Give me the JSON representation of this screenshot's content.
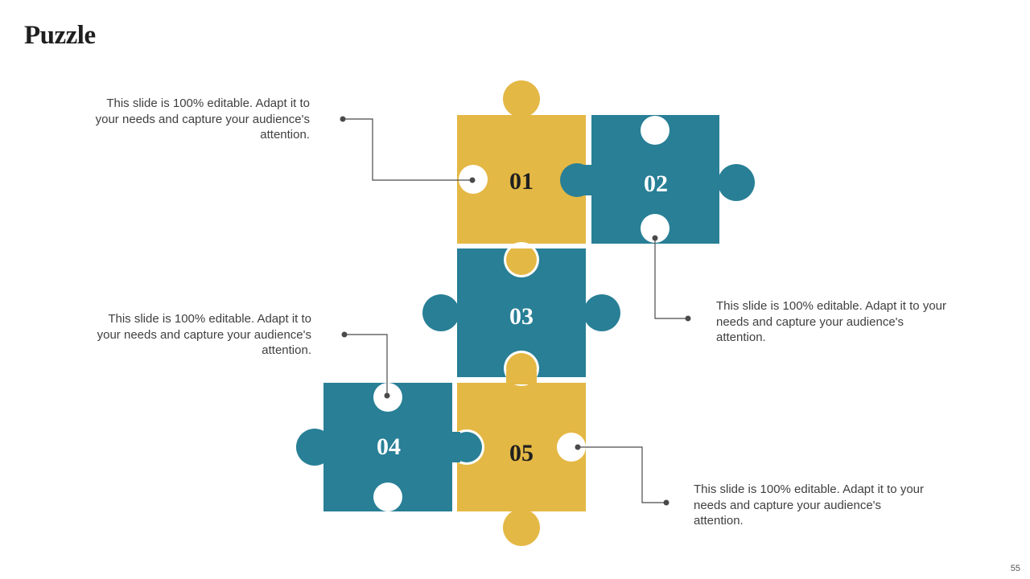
{
  "slide": {
    "title": "Puzzle",
    "page_number": "55"
  },
  "colors": {
    "gold": "#e4b845",
    "teal": "#287f96",
    "connector": "#4a4a4a"
  },
  "pieces": [
    {
      "number": "01",
      "color": "gold"
    },
    {
      "number": "02",
      "color": "teal"
    },
    {
      "number": "03",
      "color": "teal"
    },
    {
      "number": "04",
      "color": "teal"
    },
    {
      "number": "05",
      "color": "gold"
    }
  ],
  "callouts": [
    {
      "piece": "01",
      "text": "This slide is 100% editable. Adapt it to your needs and capture your audience's attention."
    },
    {
      "piece": "02",
      "text": "This slide is 100% editable. Adapt it to your needs and capture your audience's attention."
    },
    {
      "piece": "04",
      "text": "This slide is 100% editable. Adapt it to your needs and capture your audience's attention."
    },
    {
      "piece": "05",
      "text": "This slide is 100% editable. Adapt it to your needs and capture your audience's attention."
    }
  ]
}
